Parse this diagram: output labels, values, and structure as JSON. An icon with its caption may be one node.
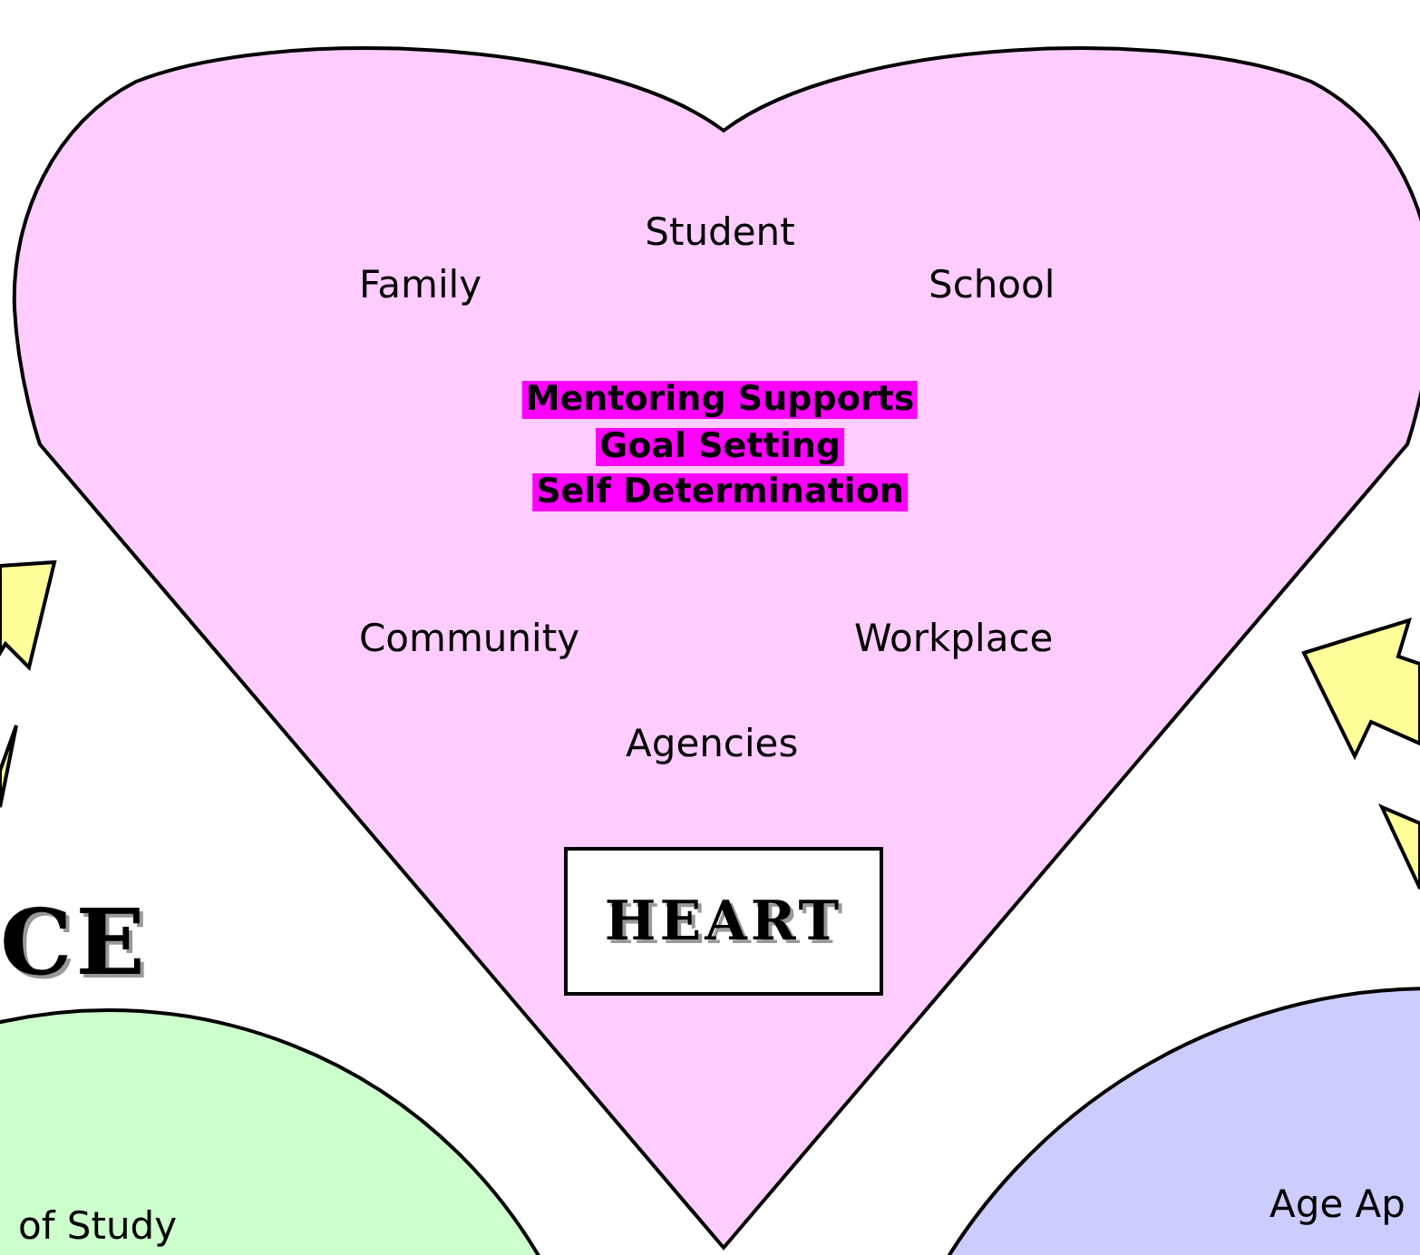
{
  "diagram": {
    "nodes": [
      {
        "text": [
          "Student",
          "Family",
          "School",
          "Mentoring Supports",
          "Goal Setting",
          "Self Determination",
          "Community",
          "Workplace",
          "Agencies"
        ]
      },
      {
        "text": [
          "HEART"
        ],
        "in": 0
      },
      {
        "text": [
          "of Study"
        ]
      },
      {
        "text": [
          "Age Ap"
        ]
      }
    ],
    "labels": [
      "CE"
    ]
  }
}
